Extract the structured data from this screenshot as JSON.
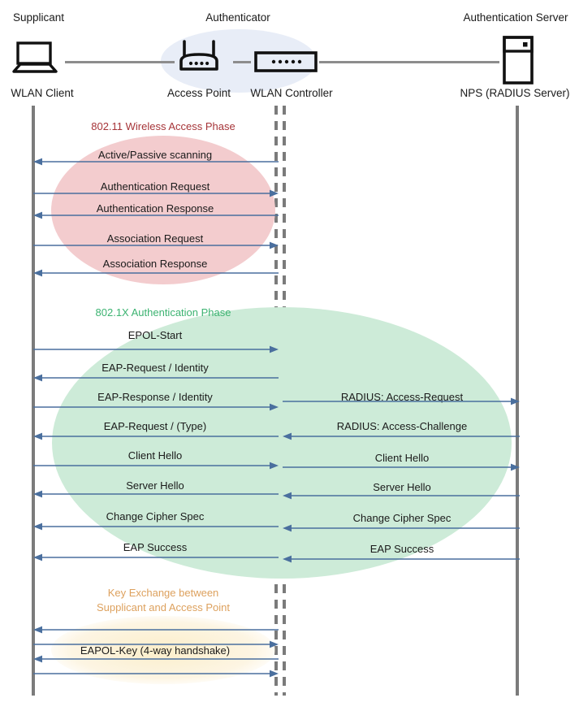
{
  "diagram": {
    "title": "802.1X / WPA2-Enterprise WLAN authentication sequence",
    "colors": {
      "lifeline": "#7b7b7b",
      "arrow": "#4a6f9e",
      "authenticator_blob": "#e8edf7",
      "phase1_blob": "#f3ccce",
      "phase1_text": "#a63438",
      "phase2_blob": "#cdebd8",
      "phase2_text": "#3cb371",
      "phase3_blob": "#fbeecb",
      "phase3_text": "#dda15e",
      "wire": "#8d8d8d"
    }
  },
  "actors": [
    {
      "role": "Supplicant",
      "name": "WLAN Client",
      "icon": "laptop-icon"
    },
    {
      "role": "Authenticator",
      "name": "Access Point",
      "icon": "wireless-router-icon"
    },
    {
      "role": "",
      "name": "WLAN Controller",
      "icon": "wlan-controller-icon"
    },
    {
      "role": "Authentication Server",
      "name": "NPS (RADIUS Server)",
      "icon": "server-rack-icon"
    }
  ],
  "phases": [
    {
      "id": "wireless-access",
      "label": "802.11 Wireless Access Phase",
      "messages": [
        {
          "text": "Active/Passive scanning",
          "direction": "left",
          "side": "left"
        },
        {
          "text": "Authentication Request",
          "direction": "right",
          "side": "left"
        },
        {
          "text": "Authentication Response",
          "direction": "left",
          "side": "left"
        },
        {
          "text": "Association Request",
          "direction": "right",
          "side": "left"
        },
        {
          "text": "Association Response",
          "direction": "left",
          "side": "left"
        }
      ]
    },
    {
      "id": "dot1x-authentication",
      "label": "802.1X Authentication Phase",
      "messages": [
        {
          "text": "EPOL-Start",
          "direction": "right",
          "side": "left"
        },
        {
          "text": "EAP-Request / Identity",
          "direction": "left",
          "side": "left"
        },
        {
          "text": "EAP-Response / Identity",
          "direction": "right",
          "side": "left"
        },
        {
          "text": "RADIUS: Access-Request",
          "direction": "right",
          "side": "right"
        },
        {
          "text": "EAP-Request / (Type)",
          "direction": "left",
          "side": "left"
        },
        {
          "text": "RADIUS: Access-Challenge",
          "direction": "left",
          "side": "right"
        },
        {
          "text": "Client Hello",
          "direction": "right",
          "side": "left"
        },
        {
          "text": "Client Hello",
          "direction": "right",
          "side": "right"
        },
        {
          "text": "Server Hello",
          "direction": "left",
          "side": "left"
        },
        {
          "text": "Server Hello",
          "direction": "left",
          "side": "right"
        },
        {
          "text": "Change Cipher Spec",
          "direction": "left",
          "side": "left"
        },
        {
          "text": "Change Cipher Spec",
          "direction": "left",
          "side": "right"
        },
        {
          "text": "EAP Success",
          "direction": "left",
          "side": "left"
        },
        {
          "text": "EAP Success",
          "direction": "left",
          "side": "right"
        }
      ]
    },
    {
      "id": "key-exchange",
      "label_line1": "Key Exchange between",
      "label_line2": "Supplicant and Access Point",
      "messages": [
        {
          "text": "",
          "direction": "left",
          "side": "left"
        },
        {
          "text": "",
          "direction": "right",
          "side": "left"
        },
        {
          "text": "EAPOL-Key (4-way handshake)",
          "direction": "left",
          "side": "left"
        },
        {
          "text": "",
          "direction": "right",
          "side": "left"
        }
      ]
    }
  ]
}
